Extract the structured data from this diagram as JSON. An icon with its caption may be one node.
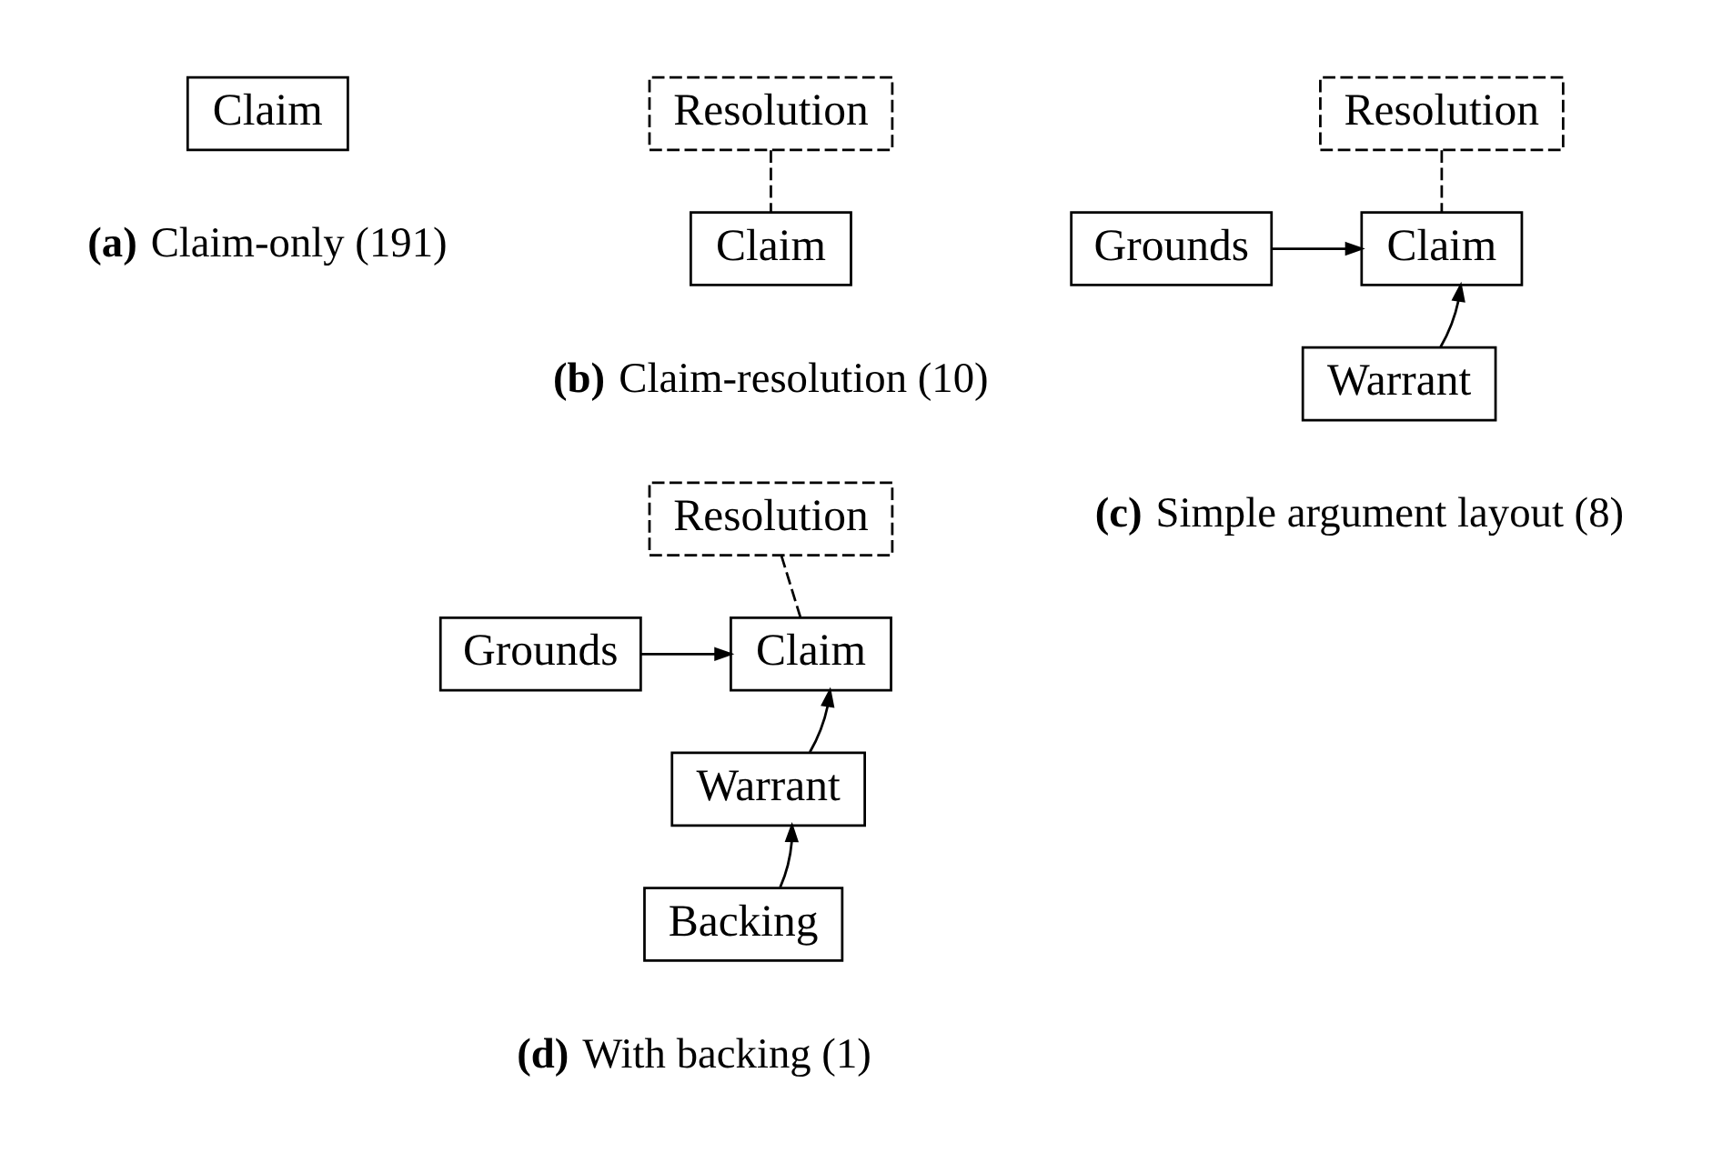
{
  "diagram": {
    "nodes": [
      {
        "text": [
          "Claim"
        ]
      },
      {
        "text": [
          "Resolution"
        ]
      },
      {
        "text": [
          "Claim"
        ]
      },
      {
        "text": [
          "Resolution"
        ]
      },
      {
        "text": [
          "Grounds"
        ]
      },
      {
        "text": [
          "Claim"
        ]
      },
      {
        "text": [
          "Warrant"
        ]
      },
      {
        "text": [
          "Resolution"
        ]
      },
      {
        "text": [
          "Grounds"
        ]
      },
      {
        "text": [
          "Claim"
        ]
      },
      {
        "text": [
          "Warrant"
        ]
      },
      {
        "text": [
          "Backing"
        ]
      }
    ],
    "edges": [
      {
        "from": 1,
        "to": 2,
        "arrow": "none",
        "style": "dashed"
      },
      {
        "from": 3,
        "to": 5,
        "arrow": "none",
        "style": "dashed"
      },
      {
        "from": 4,
        "to": 5,
        "arrow": "to"
      },
      {
        "from": 6,
        "to": 5,
        "arrow": "to"
      },
      {
        "from": 7,
        "to": 9,
        "arrow": "none",
        "style": "dashed"
      },
      {
        "from": 8,
        "to": 9,
        "arrow": "to"
      },
      {
        "from": 10,
        "to": 9,
        "arrow": "to"
      },
      {
        "from": 11,
        "to": 10,
        "arrow": "to"
      }
    ],
    "labels": [
      "**(a)** Claim-only (191)",
      "**(b)** Claim-resolution (10)",
      "**(c)** Simple argument layout (8)",
      "**(d)** With backing (1)"
    ]
  }
}
